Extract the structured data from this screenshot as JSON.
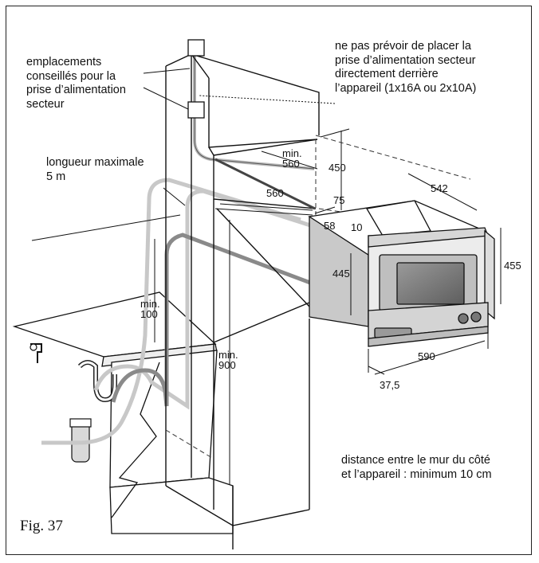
{
  "notes": {
    "socket_positions": "emplacements\nconseillés pour la\nprise d’alimentation\nsecteur",
    "no_socket_behind": "ne pas prévoir de placer la\nprise d’alimentation secteur\ndirectement derrière\nl’appareil (1x16A ou 2x10A)",
    "max_length": "longueur maximale\n5 m",
    "side_wall_distance": "distance entre le mur du côté\net l’appareil : minimum 10 cm"
  },
  "dimensions": {
    "niche_depth_min": "min.\n560",
    "niche_width": "560",
    "niche_height": "450",
    "appliance_depth": "542",
    "gap_75": "75",
    "gap_58": "58",
    "gap_10": "10",
    "appliance_height": "445",
    "front_height": "455",
    "appliance_width": "590",
    "front_depth": "37,5",
    "floor_clearance_min": "min.\n100",
    "installation_height_min": "min.\n900"
  },
  "figure_label": "Fig. 37",
  "colors": {
    "line": "#111111",
    "appliance_side": "#c9c9c9",
    "hose_light": "#c8c8c8",
    "hose_dark": "#8a8a8a",
    "glass": "#7a7a7a"
  }
}
